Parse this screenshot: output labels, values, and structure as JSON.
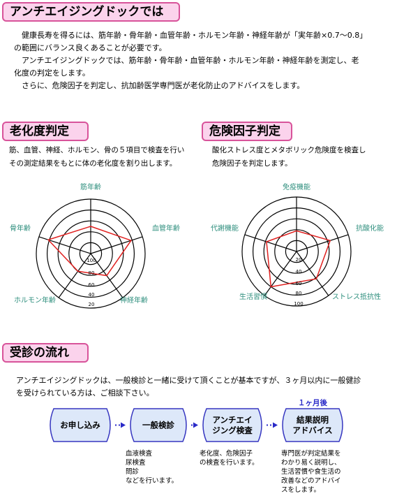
{
  "header_main": "アンチエイジングドックでは",
  "intro": [
    "　健康長寿を得るには、筋年齢・骨年齢・血管年齢・ホルモン年齢・神経年齢が「実年齢×0.7〜0.8」",
    "の範囲にバランス良くあることが必要です。",
    "　アンチエイジングドックでは、筋年齢・骨年齢・血管年齢・ホルモン年齢・神経年齢を測定し、老",
    "化度の判定をします。",
    "　さらに、危険因子を判定し、抗加齢医学専門医が老化防止のアドバイスをします。"
  ],
  "aging": {
    "title": "老化度判定",
    "desc": [
      "筋、血管、神経、ホルモン、骨の５項目で検査を行い",
      "その測定結果をもとに体の老化度を割り出します。"
    ]
  },
  "risk": {
    "title": "危険因子判定",
    "desc": [
      "酸化ストレス度とメタボリック危険度を検査し",
      "危険因子を判定します。"
    ]
  },
  "chart_data": [
    {
      "type": "radar",
      "axes": [
        "筋年齢",
        "血管年齢",
        "神経年齢",
        "ホルモン年齢",
        "骨年齢"
      ],
      "ticks": [
        "100",
        "80",
        "60",
        "40",
        "20"
      ],
      "values": [
        50,
        78,
        50,
        40,
        82
      ],
      "color": "#e0201f"
    },
    {
      "type": "radar",
      "axes": [
        "免疫機能",
        "抗酸化能",
        "ストレス抵抗性",
        "生活習慣",
        "代謝機能"
      ],
      "ticks": [
        "20",
        "40",
        "60",
        "80",
        "100"
      ],
      "values": [
        38,
        65,
        62,
        80,
        58
      ],
      "color": "#e0201f"
    }
  ],
  "flow": {
    "title": "受診の流れ",
    "desc": [
      "アンチエイジングドックは、一般検診と一緒に受けて頂くことが基本ですが、３ヶ月以内に一般健診",
      "を受けられている方は、ご相談下さい。"
    ],
    "steps": [
      {
        "label": "お申し込み"
      },
      {
        "label": "一般検診"
      },
      {
        "label": "アンチエイ\nジング検査"
      },
      {
        "label": "結果説明\nアドバイス"
      }
    ],
    "later": "１ヶ月後",
    "notes": [
      "血液検査\n尿検査\n問診\nなどを行います。",
      "老化度、危険因子\nの検査を行います。",
      "専門医が判定結果を\nわかり易く説明し、\n生活習慣や食生活の\n改善などのアドバイ\nスをします。"
    ],
    "accent": "#2a2ac8",
    "box_fill": "#dde8f9",
    "box_border": "#3636c0"
  }
}
